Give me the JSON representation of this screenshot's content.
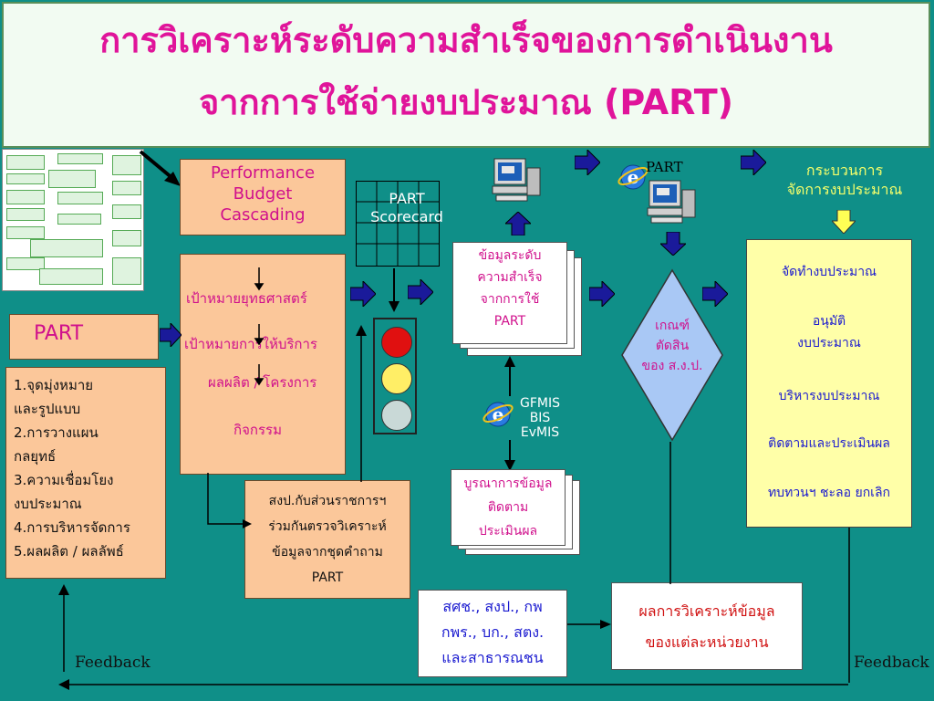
{
  "title": {
    "line1": "การวิเคราะห์ระดับความสำเร็จของการดำเนินงาน",
    "line2": "จากการใช้จ่ายงบประมาณ (PART)"
  },
  "pbc": {
    "line1": "Performance",
    "line2": "Budget",
    "line3": "Cascading"
  },
  "scorecard": {
    "line1": "PART",
    "line2": "Scorecard"
  },
  "part_label": "PART",
  "part_top_label": "PART",
  "goals": {
    "item1": "เป้าหมายยุทธศาสตร์",
    "item2": "เป้าหมายการให้บริการ",
    "item3": "ผลผลิต / โครงการ",
    "item4": "กิจกรรม"
  },
  "part_list": [
    "1.จุดมุ่งหมาย",
    "และรูปแบบ",
    "2.การวางแผน",
    "กลยุทธ์",
    "3.ความเชื่อมโยง",
    "งบประมาณ",
    "4.การบริหารจัดการ",
    "5.ผลผลิต / ผลลัพธ์"
  ],
  "success_level": [
    "ข้อมูลระดับ",
    "ความสำเร็จ",
    "จากการใช้",
    "PART"
  ],
  "systems": [
    "GFMIS",
    "BIS",
    "EvMIS"
  ],
  "integration": [
    "บูรณาการข้อมูล",
    "ติดตาม",
    "ประเมินผล"
  ],
  "review": [
    "สงป.กับส่วนราชการฯ",
    "ร่วมกันตรวจวิเคราะห์",
    "ข้อมูลจากชุดคำถาม",
    "PART"
  ],
  "criteria": [
    "เกณฑ์",
    "ตัดสิน",
    "ของ ส.ง.ป."
  ],
  "budget_process_title": [
    "กระบวนการ",
    "จัดการงบประมาณ"
  ],
  "budget_process": [
    "จัดทำงบประมาณ",
    "อนุมัติ",
    "งบประมาณ",
    "บริหารงบประมาณ",
    "ติดตามและประเมินผล",
    "ทบทวนฯ ชะลอ  ยกเลิก"
  ],
  "stakeholders": [
    "สศช., สงป., กพ",
    "กพร., บก., สตง.",
    "และสาธารณชน"
  ],
  "results": [
    "ผลการวิเคราะห์ข้อมูล",
    "ของแต่ละหน่วยงาน"
  ],
  "feedback_left": "Feedback",
  "feedback_right": "Feedback",
  "colors": {
    "background": "#0f8f88",
    "title_text": "#e0149a",
    "peach": "#fbc79a",
    "yellow": "#ffffa8",
    "diamond": "#a9c8f5",
    "arrow": "#1a1a9a"
  },
  "icons": [
    "computer-icon",
    "internet-explorer-icon",
    "traffic-light-icon",
    "arrow-icon"
  ]
}
